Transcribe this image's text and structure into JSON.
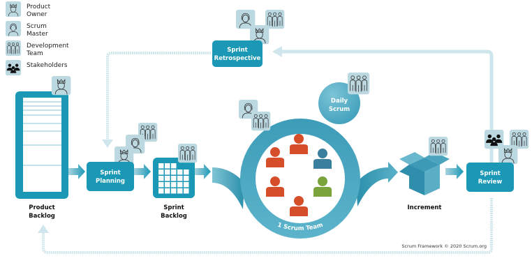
{
  "legend": {
    "items": [
      {
        "icon": "product-owner-icon",
        "label_line1": "Product",
        "label_line2": "Owner"
      },
      {
        "icon": "scrum-master-icon",
        "label_line1": "Scrum",
        "label_line2": "Master"
      },
      {
        "icon": "development-team-icon",
        "label_line1": "Development",
        "label_line2": "Team"
      },
      {
        "icon": "stakeholders-icon",
        "label_line1": "Stakeholders",
        "label_line2": ""
      }
    ]
  },
  "nodes": {
    "product_backlog": {
      "line1": "Product",
      "line2": "Backlog"
    },
    "sprint_planning": {
      "line1": "Sprint",
      "line2": "Planning"
    },
    "sprint_backlog": {
      "line1": "Sprint",
      "line2": "Backlog"
    },
    "daily_scrum": {
      "line1": "Daily",
      "line2": "Scrum"
    },
    "scrum_team": {
      "label": "1 Scrum Team"
    },
    "increment": {
      "label": "Increment"
    },
    "sprint_review": {
      "line1": "Sprint",
      "line2": "Review"
    },
    "sprint_retrospective": {
      "line1": "Sprint",
      "line2": "Retrospective"
    }
  },
  "footer": {
    "copyright": "Scrum Framework © 2020 Scrum.org"
  },
  "colors": {
    "primary_teal": "#1a98b5",
    "light_teal": "#cfe6ec",
    "icon_bg": "#bcd9e2",
    "team_orange": "#d64d2a",
    "team_blue": "#3a7f9e",
    "team_green": "#7aa33c"
  }
}
